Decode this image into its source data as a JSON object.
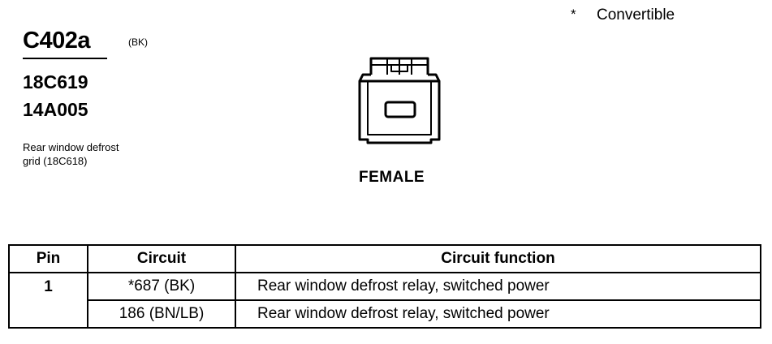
{
  "footnote": {
    "symbol": "*",
    "label": "Convertible"
  },
  "connector": {
    "id": "C402a",
    "color_code": "(BK)",
    "part_numbers": [
      "18C619",
      "14A005"
    ],
    "description_line1": "Rear window defrost",
    "description_line2": "grid (18C618)",
    "gender": "FEMALE"
  },
  "table": {
    "headers": [
      "Pin",
      "Circuit",
      "Circuit function"
    ],
    "rows": [
      {
        "pin": "1",
        "circuit": "*687 (BK)",
        "function": "Rear window defrost relay, switched power"
      },
      {
        "pin": "",
        "circuit": "186 (BN/LB)",
        "function": "Rear window defrost relay, switched power"
      }
    ]
  }
}
